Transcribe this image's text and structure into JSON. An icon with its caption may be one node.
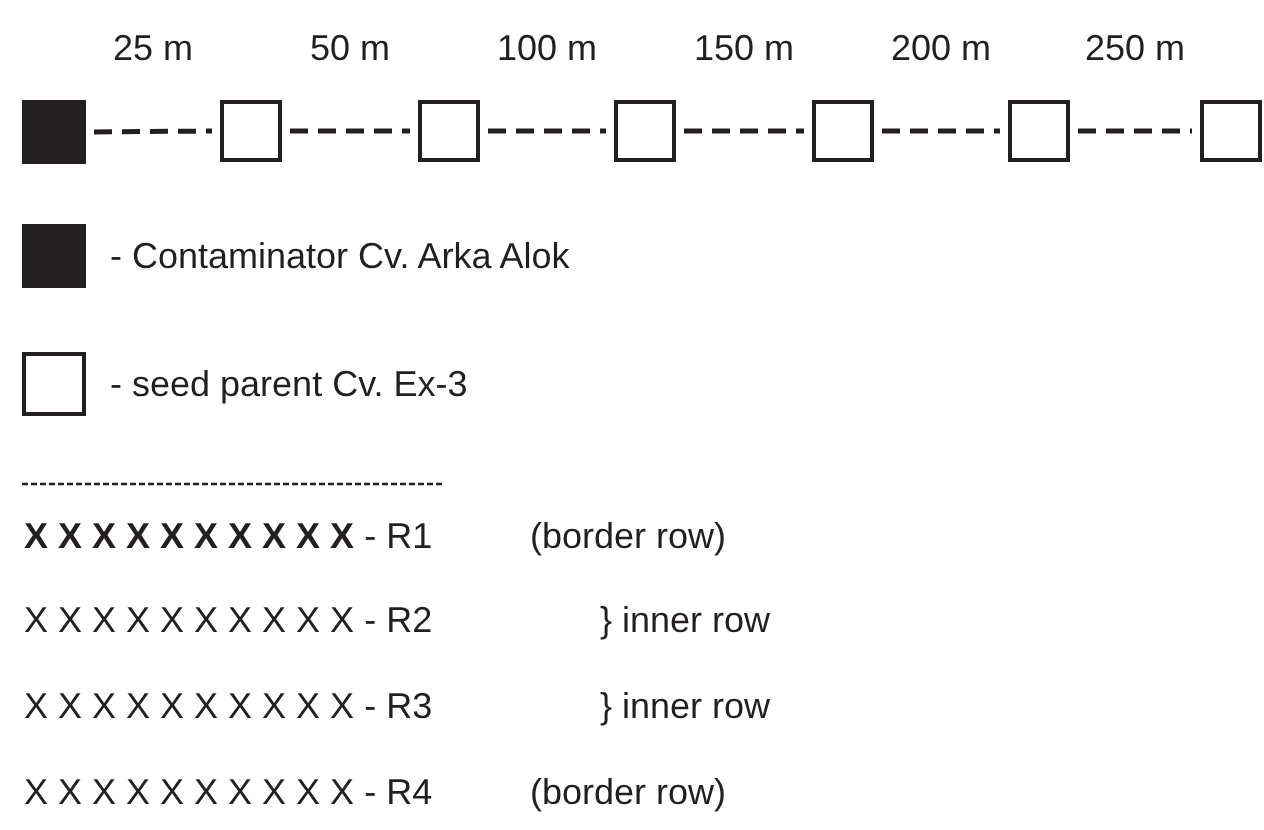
{
  "diagram": {
    "nodes": [
      {
        "text": [],
        "shape": "box"
      },
      {
        "text": [],
        "shape": "box"
      },
      {
        "text": [],
        "shape": "box"
      },
      {
        "text": [],
        "shape": "box"
      },
      {
        "text": [],
        "shape": "box"
      },
      {
        "text": [],
        "shape": "box"
      },
      {
        "text": [],
        "shape": "box"
      }
    ],
    "edges": [
      {
        "from": 0,
        "to": 1,
        "arrow": "none",
        "style": "dashed",
        "label": "25 m"
      },
      {
        "from": 1,
        "to": 2,
        "arrow": "none",
        "style": "dashed",
        "label": "50 m"
      },
      {
        "from": 2,
        "to": 3,
        "arrow": "none",
        "style": "dashed",
        "label": "100 m"
      },
      {
        "from": 3,
        "to": 4,
        "arrow": "none",
        "style": "dashed",
        "label": "150 m"
      },
      {
        "from": 4,
        "to": 5,
        "arrow": "none",
        "style": "dashed",
        "label": "200 m"
      },
      {
        "from": 5,
        "to": 6,
        "arrow": "none",
        "style": "dashed",
        "label": "250 m"
      }
    ],
    "labels": [
      "**X X X X X X X X X X** - R1",
      "(border row)",
      "X X X X X X X X X X - R2",
      "} inner row",
      "X X X X X X X X X X - R3",
      "} inner row",
      "X X X X X X X X X X - R4",
      "(border row)"
    ],
    "legend": [
      {
        "text": "- Contaminator Cv. Arka Alok",
        "color": "#231f20"
      },
      {
        "text": "- seed parent Cv. Ex-3",
        "color": "#ffffff"
      }
    ]
  }
}
